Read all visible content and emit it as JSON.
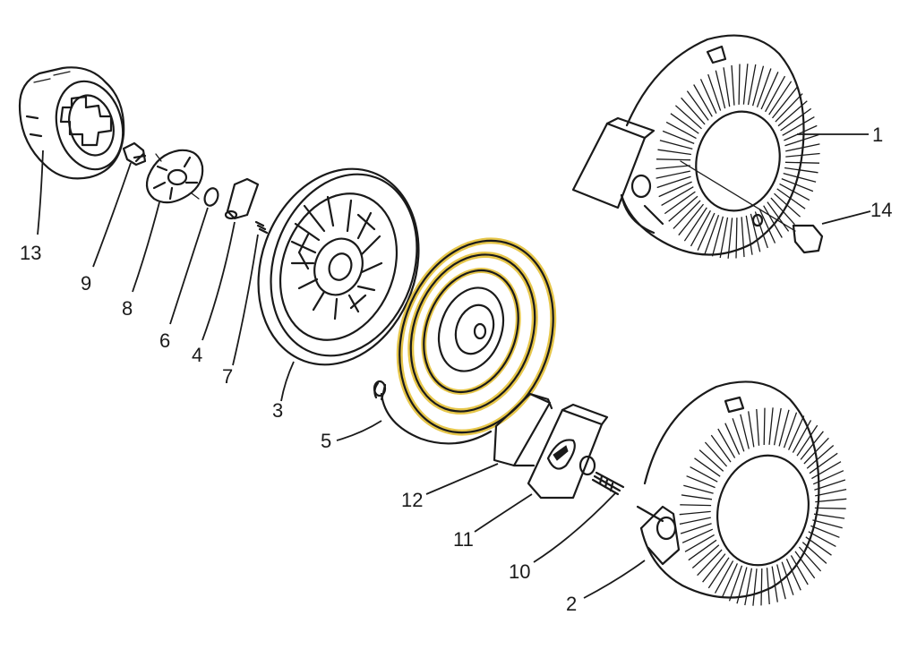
{
  "callouts": [
    {
      "id": "1",
      "text": "1"
    },
    {
      "id": "2",
      "text": "2"
    },
    {
      "id": "3",
      "text": "3"
    },
    {
      "id": "4",
      "text": "4"
    },
    {
      "id": "5",
      "text": "5"
    },
    {
      "id": "6",
      "text": "6"
    },
    {
      "id": "7",
      "text": "7"
    },
    {
      "id": "8",
      "text": "8"
    },
    {
      "id": "9",
      "text": "9"
    },
    {
      "id": "10",
      "text": "10"
    },
    {
      "id": "11",
      "text": "11"
    },
    {
      "id": "12",
      "text": "12"
    },
    {
      "id": "13",
      "text": "13"
    },
    {
      "id": "14",
      "text": "14"
    }
  ],
  "colors": {
    "ink": "#1a1a1a",
    "spring_highlight": "#e6c64a",
    "background": "#ffffff"
  }
}
